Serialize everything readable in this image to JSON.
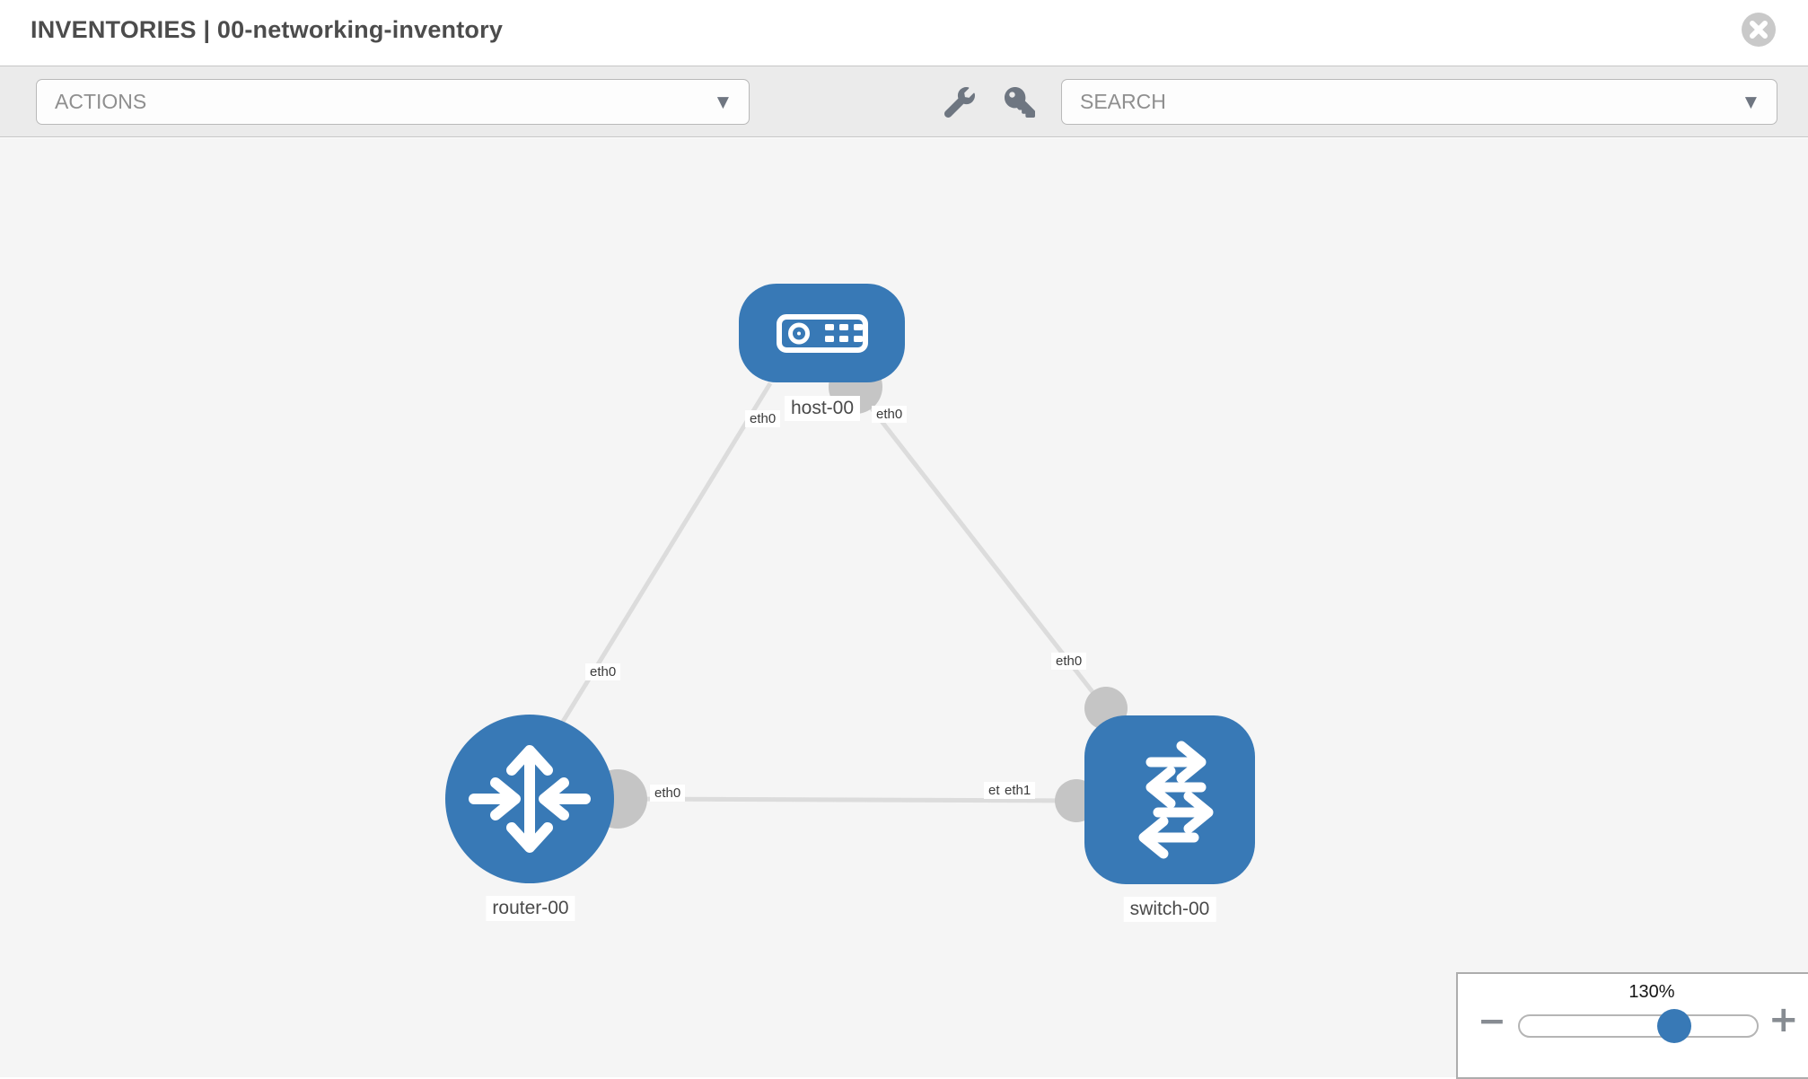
{
  "header": {
    "title": "INVENTORIES | 00-networking-inventory"
  },
  "toolbar": {
    "actions_label": "ACTIONS",
    "search_label": "SEARCH"
  },
  "icons": {
    "caret_down": "▼",
    "minus": "−",
    "plus": "+"
  },
  "colors": {
    "node_blue": "#3879b6",
    "link_grey": "#dcdcdc",
    "dot_grey": "#c5c5c5",
    "toolbar_grey": "#ebebeb",
    "canvas_grey": "#f5f5f5"
  },
  "topology": {
    "nodes": [
      {
        "label": "host-00",
        "type": "host"
      },
      {
        "label": "router-00",
        "type": "router"
      },
      {
        "label": "switch-00",
        "type": "switch"
      }
    ],
    "links": [
      {
        "from": "host-00",
        "from_port": "eth0",
        "to": "router-00",
        "to_port": "eth0"
      },
      {
        "from": "host-00",
        "from_port": "eth0",
        "to": "switch-00",
        "to_port": "eth0"
      },
      {
        "from": "router-00",
        "from_port": "eth0",
        "to": "switch-00",
        "to_port": "eth1"
      }
    ],
    "port_labels": [
      {
        "text": "eth0",
        "at": "host-00-left"
      },
      {
        "text": "eth0",
        "at": "host-00-right"
      },
      {
        "text": "eth0",
        "at": "router-00-top"
      },
      {
        "text": "eth0",
        "at": "switch-00-top"
      },
      {
        "text": "eth0",
        "at": "router-00-right"
      },
      {
        "text": "eth0",
        "at": "switch-00-left-rear"
      },
      {
        "text": "eth1",
        "at": "switch-00-left-front"
      }
    ]
  },
  "zoom_control": {
    "level": "130%"
  }
}
